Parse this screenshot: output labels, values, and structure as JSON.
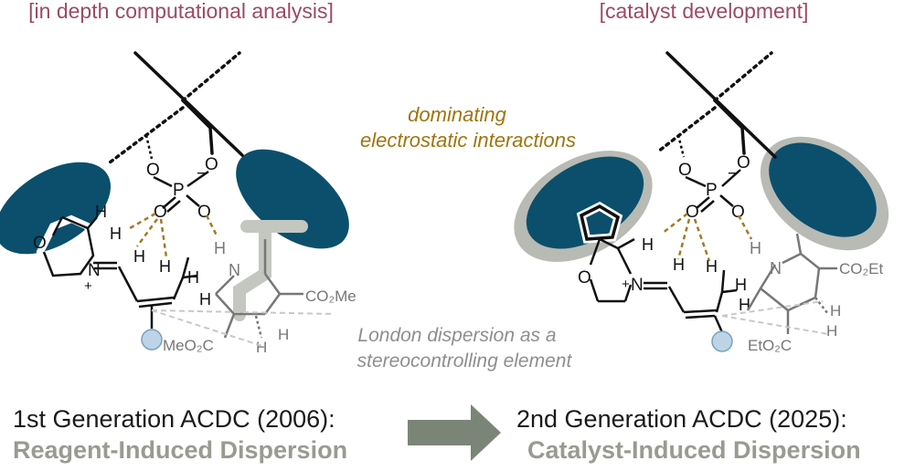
{
  "colors": {
    "caption": "#9a4b62",
    "electrostatic": "#a07410",
    "dispersion_note": "#8e8e8e",
    "catalyst_lobe": "#0b4f6c",
    "halo": "#b8bab4",
    "hbond": "#a47824",
    "arrow": "#7b8577",
    "dot": "#bcd4e6"
  },
  "left": {
    "caption": "[in depth computational analysis]",
    "generation": "1st Generation ACDC (2006):",
    "mode": "Reagent-Induced Dispersion"
  },
  "right": {
    "caption": "[catalyst development]",
    "generation": "2nd Generation ACDC (2025):",
    "mode": "Catalyst-Induced Dispersion"
  },
  "center": {
    "electrostatic_line1": "dominating",
    "electrostatic_line2": "electrostatic interactions",
    "dispersion_line1": "London dispersion as a",
    "dispersion_line2": "stereocontrolling element"
  },
  "atoms": {
    "O": "O",
    "P": "P",
    "N": "N",
    "H": "H",
    "minus": "−",
    "plus": "+",
    "co2me": "CO₂Me",
    "meo2c": "MeO₂C",
    "co2et": "CO₂Et",
    "eto2c": "EtO₂C"
  }
}
